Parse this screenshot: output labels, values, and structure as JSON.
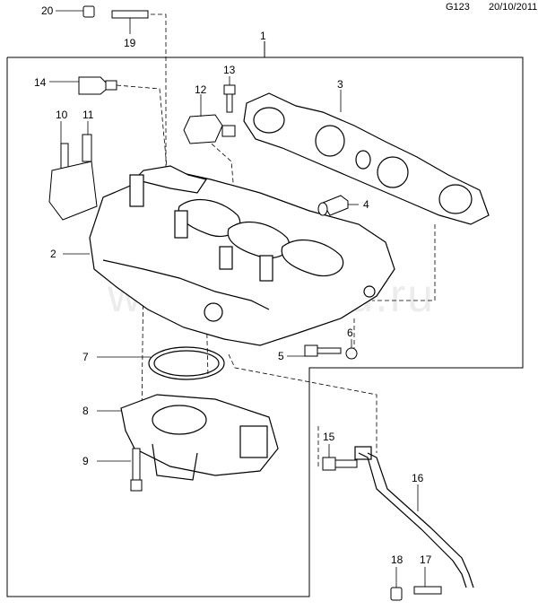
{
  "header": {
    "code": "G123",
    "date": "20/10/2011"
  },
  "watermark": "www.gmsbd.ru",
  "callouts": [
    {
      "id": "1",
      "label": "1"
    },
    {
      "id": "2",
      "label": "2"
    },
    {
      "id": "3",
      "label": "3"
    },
    {
      "id": "4",
      "label": "4"
    },
    {
      "id": "5",
      "label": "5"
    },
    {
      "id": "6",
      "label": "6"
    },
    {
      "id": "7",
      "label": "7"
    },
    {
      "id": "8",
      "label": "8"
    },
    {
      "id": "9",
      "label": "9"
    },
    {
      "id": "10",
      "label": "10"
    },
    {
      "id": "11",
      "label": "11"
    },
    {
      "id": "12",
      "label": "12"
    },
    {
      "id": "13",
      "label": "13"
    },
    {
      "id": "14",
      "label": "14"
    },
    {
      "id": "15",
      "label": "15"
    },
    {
      "id": "16",
      "label": "16"
    },
    {
      "id": "17",
      "label": "17"
    },
    {
      "id": "18",
      "label": "18"
    },
    {
      "id": "19",
      "label": "19"
    },
    {
      "id": "20",
      "label": "20"
    }
  ]
}
